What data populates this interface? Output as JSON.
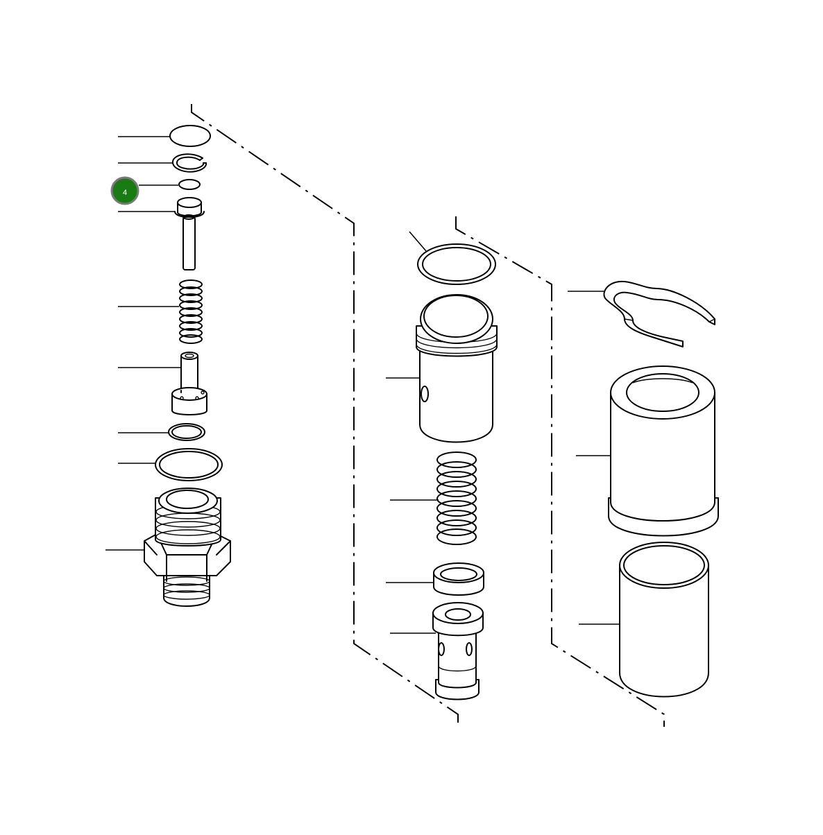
{
  "diagram": {
    "title": "",
    "highlight_color": "#1a7a14",
    "callouts": [
      {
        "number": "4",
        "part": "small o-ring",
        "highlighted": true
      }
    ],
    "parts": [
      "o-ring-top",
      "snap-ring",
      "small-o-ring",
      "valve-pin",
      "pin-spring",
      "valve-seat",
      "backup-ring",
      "large-o-ring",
      "valve-body-plug",
      "cartridge-o-ring",
      "cartridge-sleeve",
      "cartridge-spring",
      "spring-seat",
      "spool",
      "retaining-clip",
      "filter-element",
      "filter-screen"
    ]
  }
}
